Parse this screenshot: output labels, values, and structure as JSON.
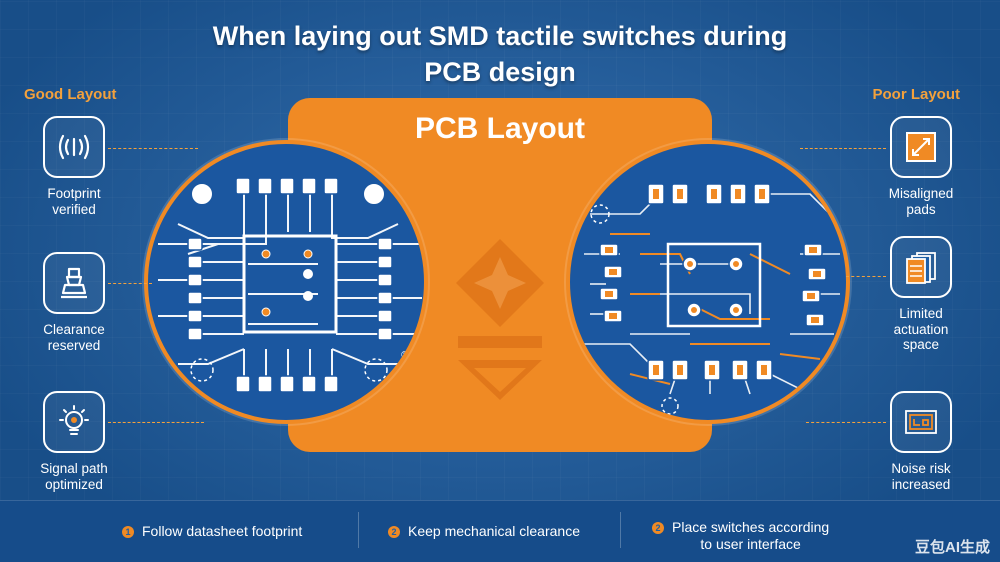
{
  "title": {
    "line1": "When laying out SMD tactile switches during",
    "line2": "PCB design"
  },
  "good_layout": {
    "heading": "Good Layout",
    "features": [
      {
        "label_line1": "Footprint",
        "label_line2": "verified",
        "icon": "signal-waves-icon"
      },
      {
        "label_line1": "Clearance",
        "label_line2": "reserved",
        "icon": "push-button-icon"
      },
      {
        "label_line1": "Signal path",
        "label_line2": "optimized",
        "icon": "lightbulb-icon"
      }
    ]
  },
  "poor_layout": {
    "heading": "Poor Layout",
    "features": [
      {
        "label_line1": "Misaligned",
        "label_line2": "pads",
        "icon": "misaligned-pad-icon"
      },
      {
        "label_line1": "Limited",
        "label_line2": "actuation",
        "label_line3": "space",
        "icon": "stacked-documents-icon"
      },
      {
        "label_line1": "Noise risk",
        "label_line2": "increased",
        "icon": "circuit-board-icon"
      }
    ]
  },
  "center": {
    "title": "PCB Layout",
    "registered_mark": "®"
  },
  "steps": [
    {
      "number": "1",
      "text_line1": "Follow datasheet footprint",
      "text_line2": ""
    },
    {
      "number": "2",
      "text_line1": "Keep mechanical clearance",
      "text_line2": ""
    },
    {
      "number": "2",
      "text_line1": "Place switches according",
      "text_line2": "to user interface"
    }
  ],
  "watermark": "豆包AI生成",
  "colors": {
    "background": "#1d5fa6",
    "accent_orange": "#f08a24",
    "heading_orange": "#f3a13c",
    "board_blue": "#1b57a0"
  }
}
